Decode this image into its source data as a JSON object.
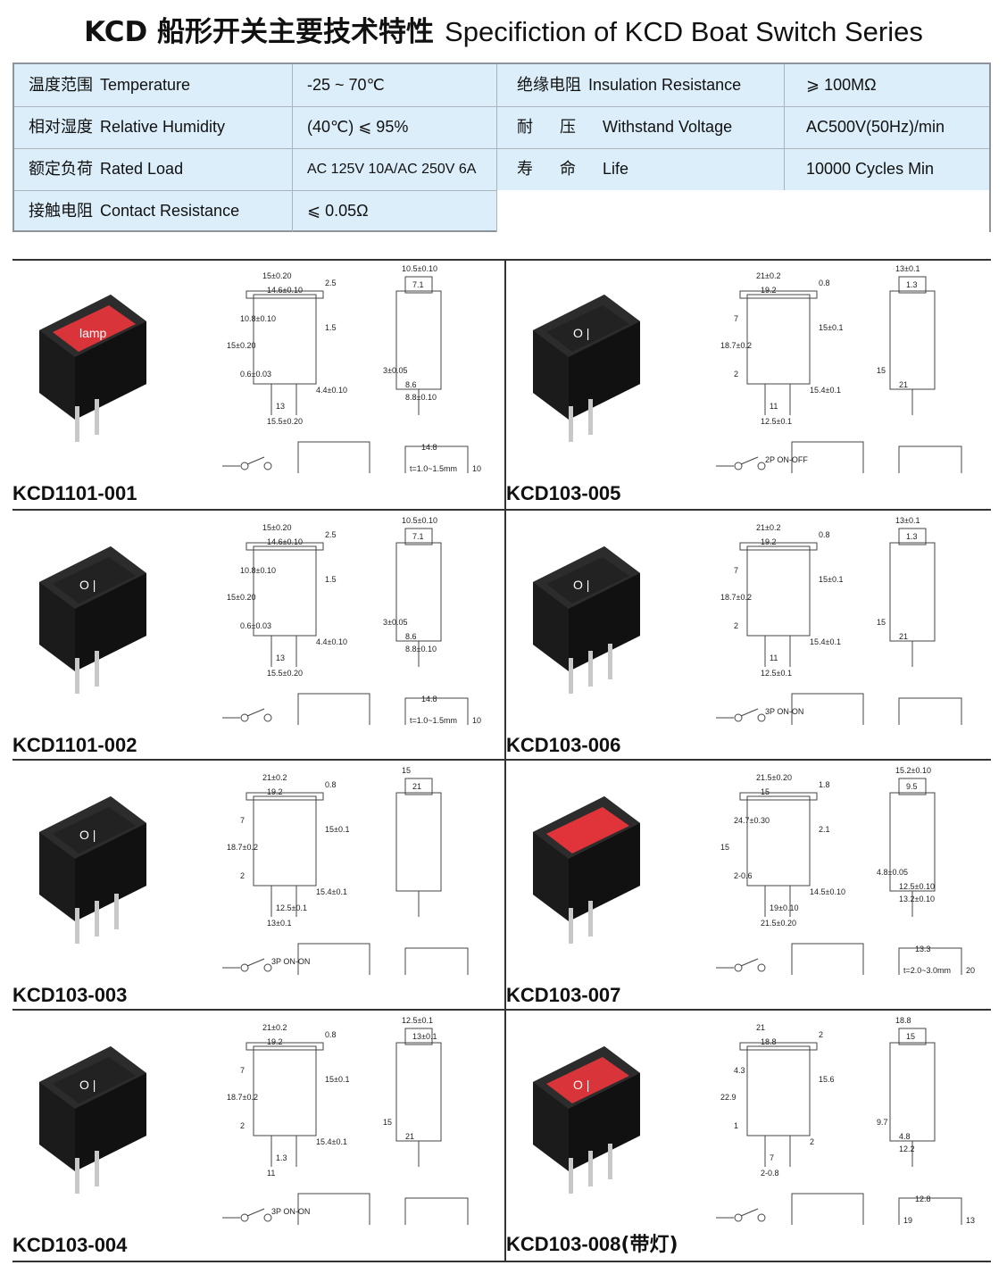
{
  "title": {
    "cn": "KCD 船形开关主要技术特性",
    "en": "Specifiction of KCD Boat Switch Series"
  },
  "specs": [
    {
      "label_cn": "温度范围",
      "label_en": "Temperature",
      "value": "-25 ~ 70℃",
      "label2_cn": "绝缘电阻",
      "label2_en": "Insulation Resistance",
      "value2": "⩾ 100MΩ"
    },
    {
      "label_cn": "相对湿度",
      "label_en": "Relative Humidity",
      "value": "(40℃) ⩽ 95%",
      "label2_cn": "耐压",
      "label2_en": "Withstand Voltage",
      "value2": "AC500V(50Hz)/min"
    },
    {
      "label_cn": "额定负荷",
      "label_en": "Rated Load",
      "value": "AC 125V 10A/AC 250V 6A",
      "label2_cn": "寿命",
      "label2_en": "Life",
      "value2": "10000 Cycles Min"
    },
    {
      "label_cn": "接触电阻",
      "label_en": "Contact Resistance",
      "value": "⩽ 0.05Ω",
      "label2_cn": "",
      "label2_en": "",
      "value2": ""
    }
  ],
  "products": [
    {
      "model": "KCD1101-001",
      "model_suffix": "",
      "rocker": "#d8343a",
      "symbol": "lamp",
      "pins": 2,
      "circuit": "",
      "dims": [
        "15±0.20",
        "14.6±0.10",
        "2.5",
        "10.8±0.10",
        "15±0.20",
        "1.5",
        "0.6±0.03",
        "4.4±0.10",
        "13",
        "15.5±0.20",
        "10.5±0.10",
        "7.1",
        "3±0.05",
        "8.6",
        "8.8±0.10",
        "14.8",
        "10",
        "t=1.0~1.5mm"
      ]
    },
    {
      "model": "KCD103-005",
      "model_suffix": "",
      "rocker": "#222222",
      "symbol": "O |",
      "pins": 2,
      "circuit": "2P  ON-OFF",
      "dims": [
        "21±0.2",
        "19.2",
        "0.8",
        "7",
        "18.7±0.2",
        "15±0.1",
        "2",
        "15.4±0.1",
        "11",
        "12.5±0.1",
        "13±0.1",
        "1.3",
        "15",
        "21"
      ]
    },
    {
      "model": "KCD1101-002",
      "model_suffix": "",
      "rocker": "#222222",
      "symbol": "O |",
      "pins": 2,
      "circuit": "",
      "dims": [
        "15±0.20",
        "14.6±0.10",
        "2.5",
        "10.8±0.10",
        "15±0.20",
        "1.5",
        "0.6±0.03",
        "4.4±0.10",
        "13",
        "15.5±0.20",
        "10.5±0.10",
        "7.1",
        "3±0.05",
        "8.6",
        "8.8±0.10",
        "14.8",
        "10",
        "t=1.0~1.5mm"
      ]
    },
    {
      "model": "KCD103-006",
      "model_suffix": "",
      "rocker": "#222222",
      "symbol": "O |",
      "pins": 3,
      "circuit": "3P  ON-ON",
      "dims": [
        "21±0.2",
        "19.2",
        "0.8",
        "7",
        "18.7±0.2",
        "15±0.1",
        "2",
        "15.4±0.1",
        "11",
        "12.5±0.1",
        "13±0.1",
        "1.3",
        "15",
        "21"
      ]
    },
    {
      "model": "KCD103-003",
      "model_suffix": "",
      "rocker": "#222222",
      "symbol": "O |",
      "pins": 3,
      "circuit": "3P  ON-ON",
      "dims": [
        "21±0.2",
        "19.2",
        "0.8",
        "7",
        "18.7±0.2",
        "15±0.1",
        "2",
        "15.4±0.1",
        "12.5±0.1",
        "13±0.1",
        "15",
        "21"
      ]
    },
    {
      "model": "KCD103-007",
      "model_suffix": "",
      "rocker": "#e0343a",
      "symbol": "",
      "pins": 2,
      "circuit": "",
      "dims": [
        "21.5±0.20",
        "15",
        "1.8",
        "24.7±0.30",
        "15",
        "2.1",
        "2-0.6",
        "14.5±0.10",
        "19±0.10",
        "21.5±0.20",
        "15.2±0.10",
        "9.5",
        "4.8±0.05",
        "12.5±0.10",
        "13.2±0.10",
        "13.3",
        "20",
        "t=2.0~3.0mm"
      ]
    },
    {
      "model": "KCD103-004",
      "model_suffix": "",
      "rocker": "#222222",
      "symbol": "O |",
      "pins": 2,
      "circuit": "3P  ON-ON",
      "dims": [
        "21±0.2",
        "19.2",
        "0.8",
        "7",
        "18.7±0.2",
        "15±0.1",
        "2",
        "15.4±0.1",
        "1.3",
        "11",
        "12.5±0.1",
        "13±0.1",
        "15",
        "21"
      ]
    },
    {
      "model": "KCD103-008",
      "model_suffix": "(带灯)",
      "rocker": "#d8343a",
      "symbol": "O |",
      "pins": 3,
      "circuit": "",
      "dims": [
        "21",
        "18.8",
        "2",
        "4.3",
        "22.9",
        "15.6",
        "1",
        "2",
        "7",
        "2-0.8",
        "18.8",
        "15",
        "9.7",
        "4.8",
        "12.2",
        "12.8",
        "13",
        "19"
      ]
    }
  ]
}
